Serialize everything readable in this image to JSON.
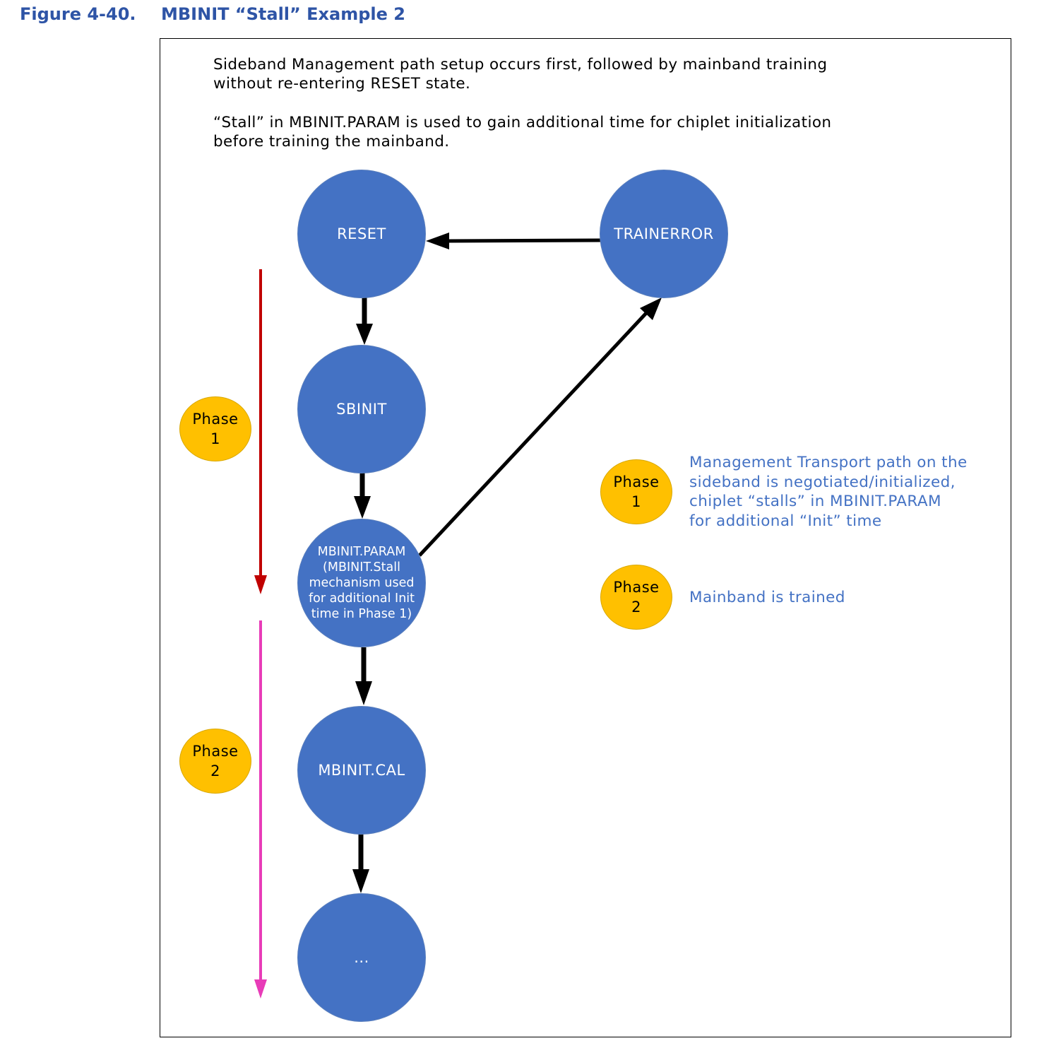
{
  "figure": {
    "number": "Figure 4-40.",
    "title": "MBINIT “Stall” Example 2"
  },
  "notes": [
    {
      "line1": "Sideband Management path setup occurs first, followed by mainband training",
      "line2": "without re-entering RESET state."
    },
    {
      "line1": "“Stall” in MBINIT.PARAM is used to gain additional time for chiplet initialization",
      "line2": "before training the mainband."
    }
  ],
  "states": {
    "reset": "RESET",
    "trainerror": "TRAINERROR",
    "sbinit": "SBINIT",
    "mbinit_param": [
      "MBINIT.PARAM",
      "(MBINIT.Stall",
      "mechanism used",
      "for additional Init",
      "time in Phase 1)"
    ],
    "mbinit_cal": "MBINIT.CAL",
    "next": "..."
  },
  "phases": {
    "phase1": {
      "word": "Phase",
      "num": "1"
    },
    "phase2": {
      "word": "Phase",
      "num": "2"
    }
  },
  "legend": {
    "phase1_text": [
      "Management Transport path on the",
      "sideband is negotiated/initialized,",
      "chiplet “stalls” in MBINIT.PARAM",
      "for additional “Init” time"
    ],
    "phase2_text": "Mainband is trained"
  },
  "colors": {
    "state_fill": "#4472c4",
    "phase_fill": "#ffc000",
    "phase1_arrow": "#c00000",
    "phase2_arrow": "#e83cb8",
    "caption": "#2e54a6",
    "legend_text": "#4472c4"
  }
}
